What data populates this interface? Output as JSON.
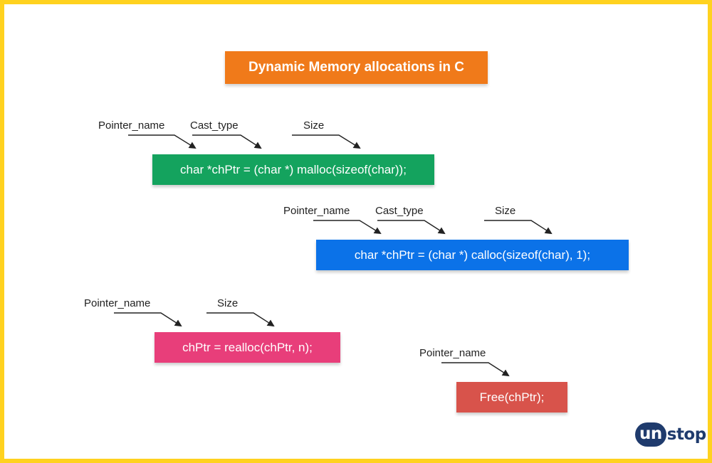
{
  "title": "Dynamic Memory allocations in C",
  "colors": {
    "border": "#ffd21f",
    "title_bg": "#f07a1a",
    "malloc_bg": "#14a35e",
    "calloc_bg": "#0b72e8",
    "realloc_bg": "#e83e7a",
    "free_bg": "#d8534b",
    "logo": "#1f3b6d"
  },
  "blocks": {
    "malloc": {
      "code": "char *chPtr = (char *) malloc(sizeof(char));",
      "labels": [
        "Pointer_name",
        "Cast_type",
        "Size"
      ]
    },
    "calloc": {
      "code": "char *chPtr = (char *) calloc(sizeof(char), 1);",
      "labels": [
        "Pointer_name",
        "Cast_type",
        "Size"
      ]
    },
    "realloc": {
      "code": "chPtr = realloc(chPtr, n);",
      "labels": [
        "Pointer_name",
        "Size"
      ]
    },
    "free": {
      "code": "Free(chPtr);",
      "labels": [
        "Pointer_name"
      ]
    }
  },
  "logo": {
    "prefix": "un",
    "suffix": "stop"
  }
}
